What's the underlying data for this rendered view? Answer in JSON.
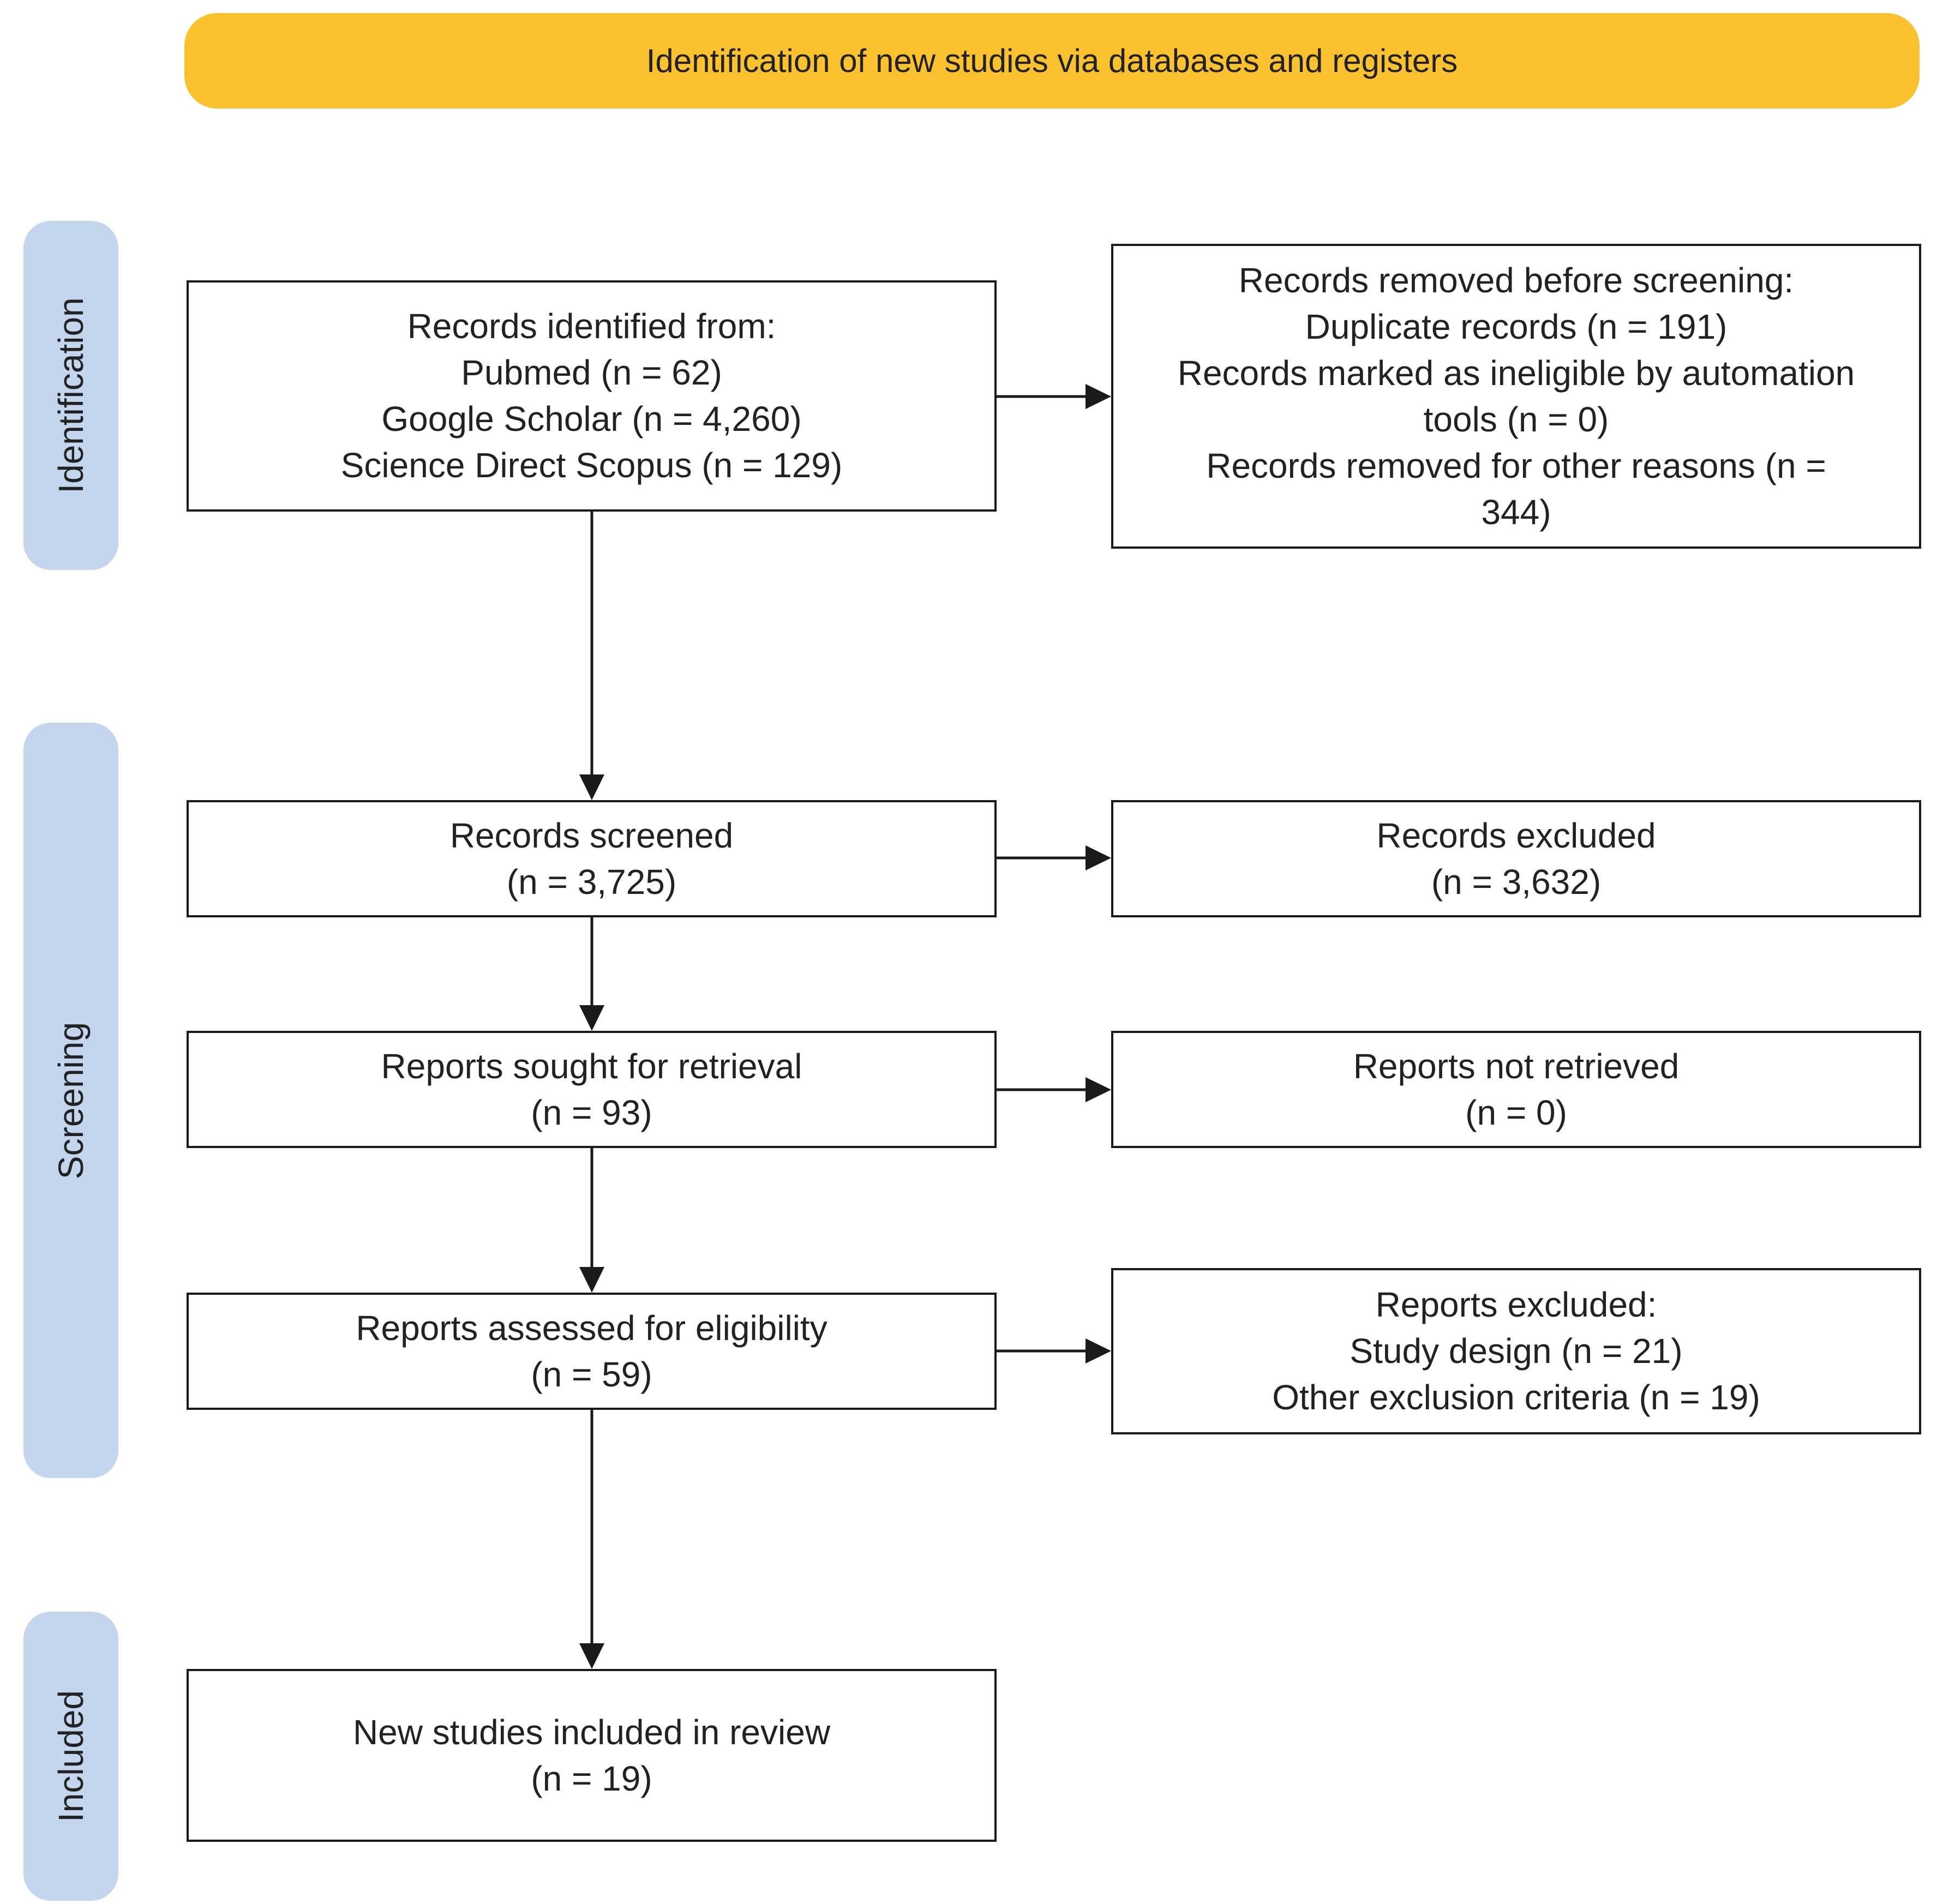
{
  "colors": {
    "header": "#FCC12E",
    "phase": "#C3D6EE",
    "border": "#1a1a1a"
  },
  "header": {
    "title": "Identification of new studies via databases and registers"
  },
  "phases": {
    "identification": "Identification",
    "screening": "Screening",
    "included": "Included"
  },
  "boxes": {
    "records_identified": [
      "Records identified from:",
      "Pubmed (n = 62)",
      "Google Scholar (n = 4,260)",
      "Science Direct Scopus (n = 129)"
    ],
    "records_removed": [
      "Records removed before screening:",
      "Duplicate records (n = 191)",
      "Records marked as ineligible by automation",
      "tools (n = 0)",
      "Records removed for other reasons (n =",
      "344)"
    ],
    "records_screened": [
      "Records screened",
      "(n = 3,725)"
    ],
    "records_excluded": [
      "Records excluded",
      "(n = 3,632)"
    ],
    "reports_sought": [
      "Reports sought for retrieval",
      "(n = 93)"
    ],
    "reports_not_retrieved": [
      "Reports not retrieved",
      "(n = 0)"
    ],
    "reports_assessed": [
      "Reports assessed for eligibility",
      "(n = 59)"
    ],
    "reports_excluded": [
      "Reports excluded:",
      "Study design (n = 21)",
      "Other exclusion criteria (n = 19)"
    ],
    "included": [
      "New studies included in review",
      "(n = 19)"
    ]
  }
}
